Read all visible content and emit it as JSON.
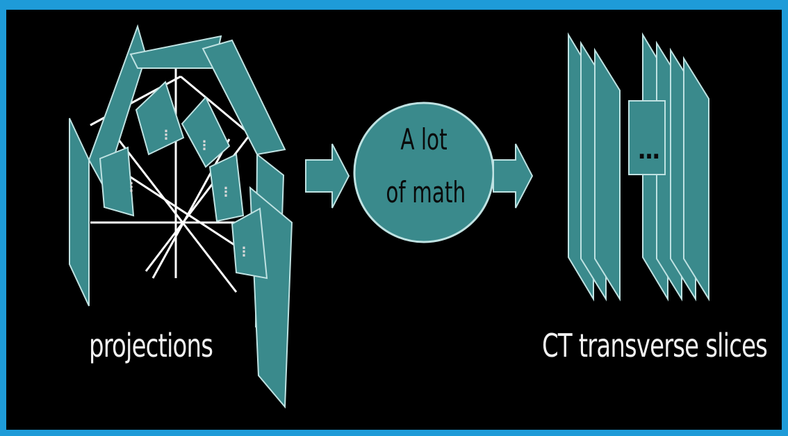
{
  "diagram": {
    "left_label": "projections",
    "center_label_line1": "A lot",
    "center_label_line2": "of math",
    "right_label": "CT transverse slices",
    "ellipsis": "...",
    "colors": {
      "frame": "#1e9bd8",
      "background": "#000000",
      "shape_fill": "#3a8a8c",
      "shape_stroke": "#bfe2e2",
      "lines": "#ffffff",
      "text": "#f2f2f2"
    }
  }
}
